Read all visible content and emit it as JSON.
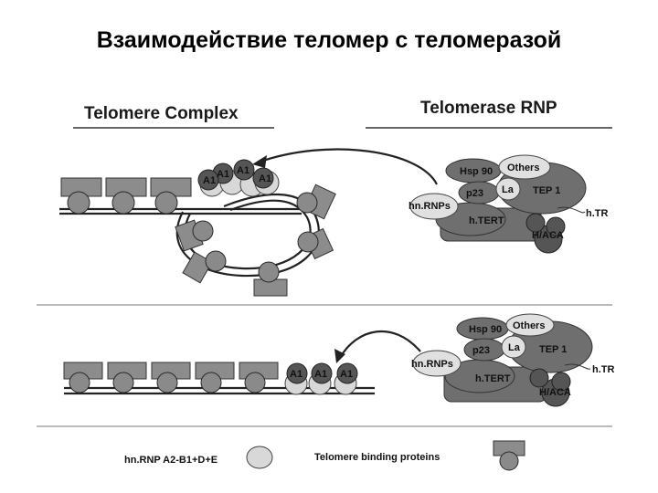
{
  "title": "Взаимодействие теломер с теломеразой",
  "panels": {
    "top_left_header": "Telomere Complex",
    "top_right_header": "Telomerase RNP"
  },
  "labels": {
    "a1": "A1",
    "hsp90": "Hsp 90",
    "others": "Others",
    "p23": "p23",
    "la": "La",
    "tep1": "TEP 1",
    "hnrnps": "hn.RNPs",
    "htert": "h.TERT",
    "htr": "h.TR",
    "haca": "H/ACA"
  },
  "legend": {
    "hnrnp": "hn.RNP A2-B1+D+E",
    "tbp": "Telomere binding proteins"
  },
  "colors": {
    "dark_protein": "#6f6f6f",
    "light_protein": "#d8d8d8",
    "telomere_block": "#8c8c8c"
  }
}
